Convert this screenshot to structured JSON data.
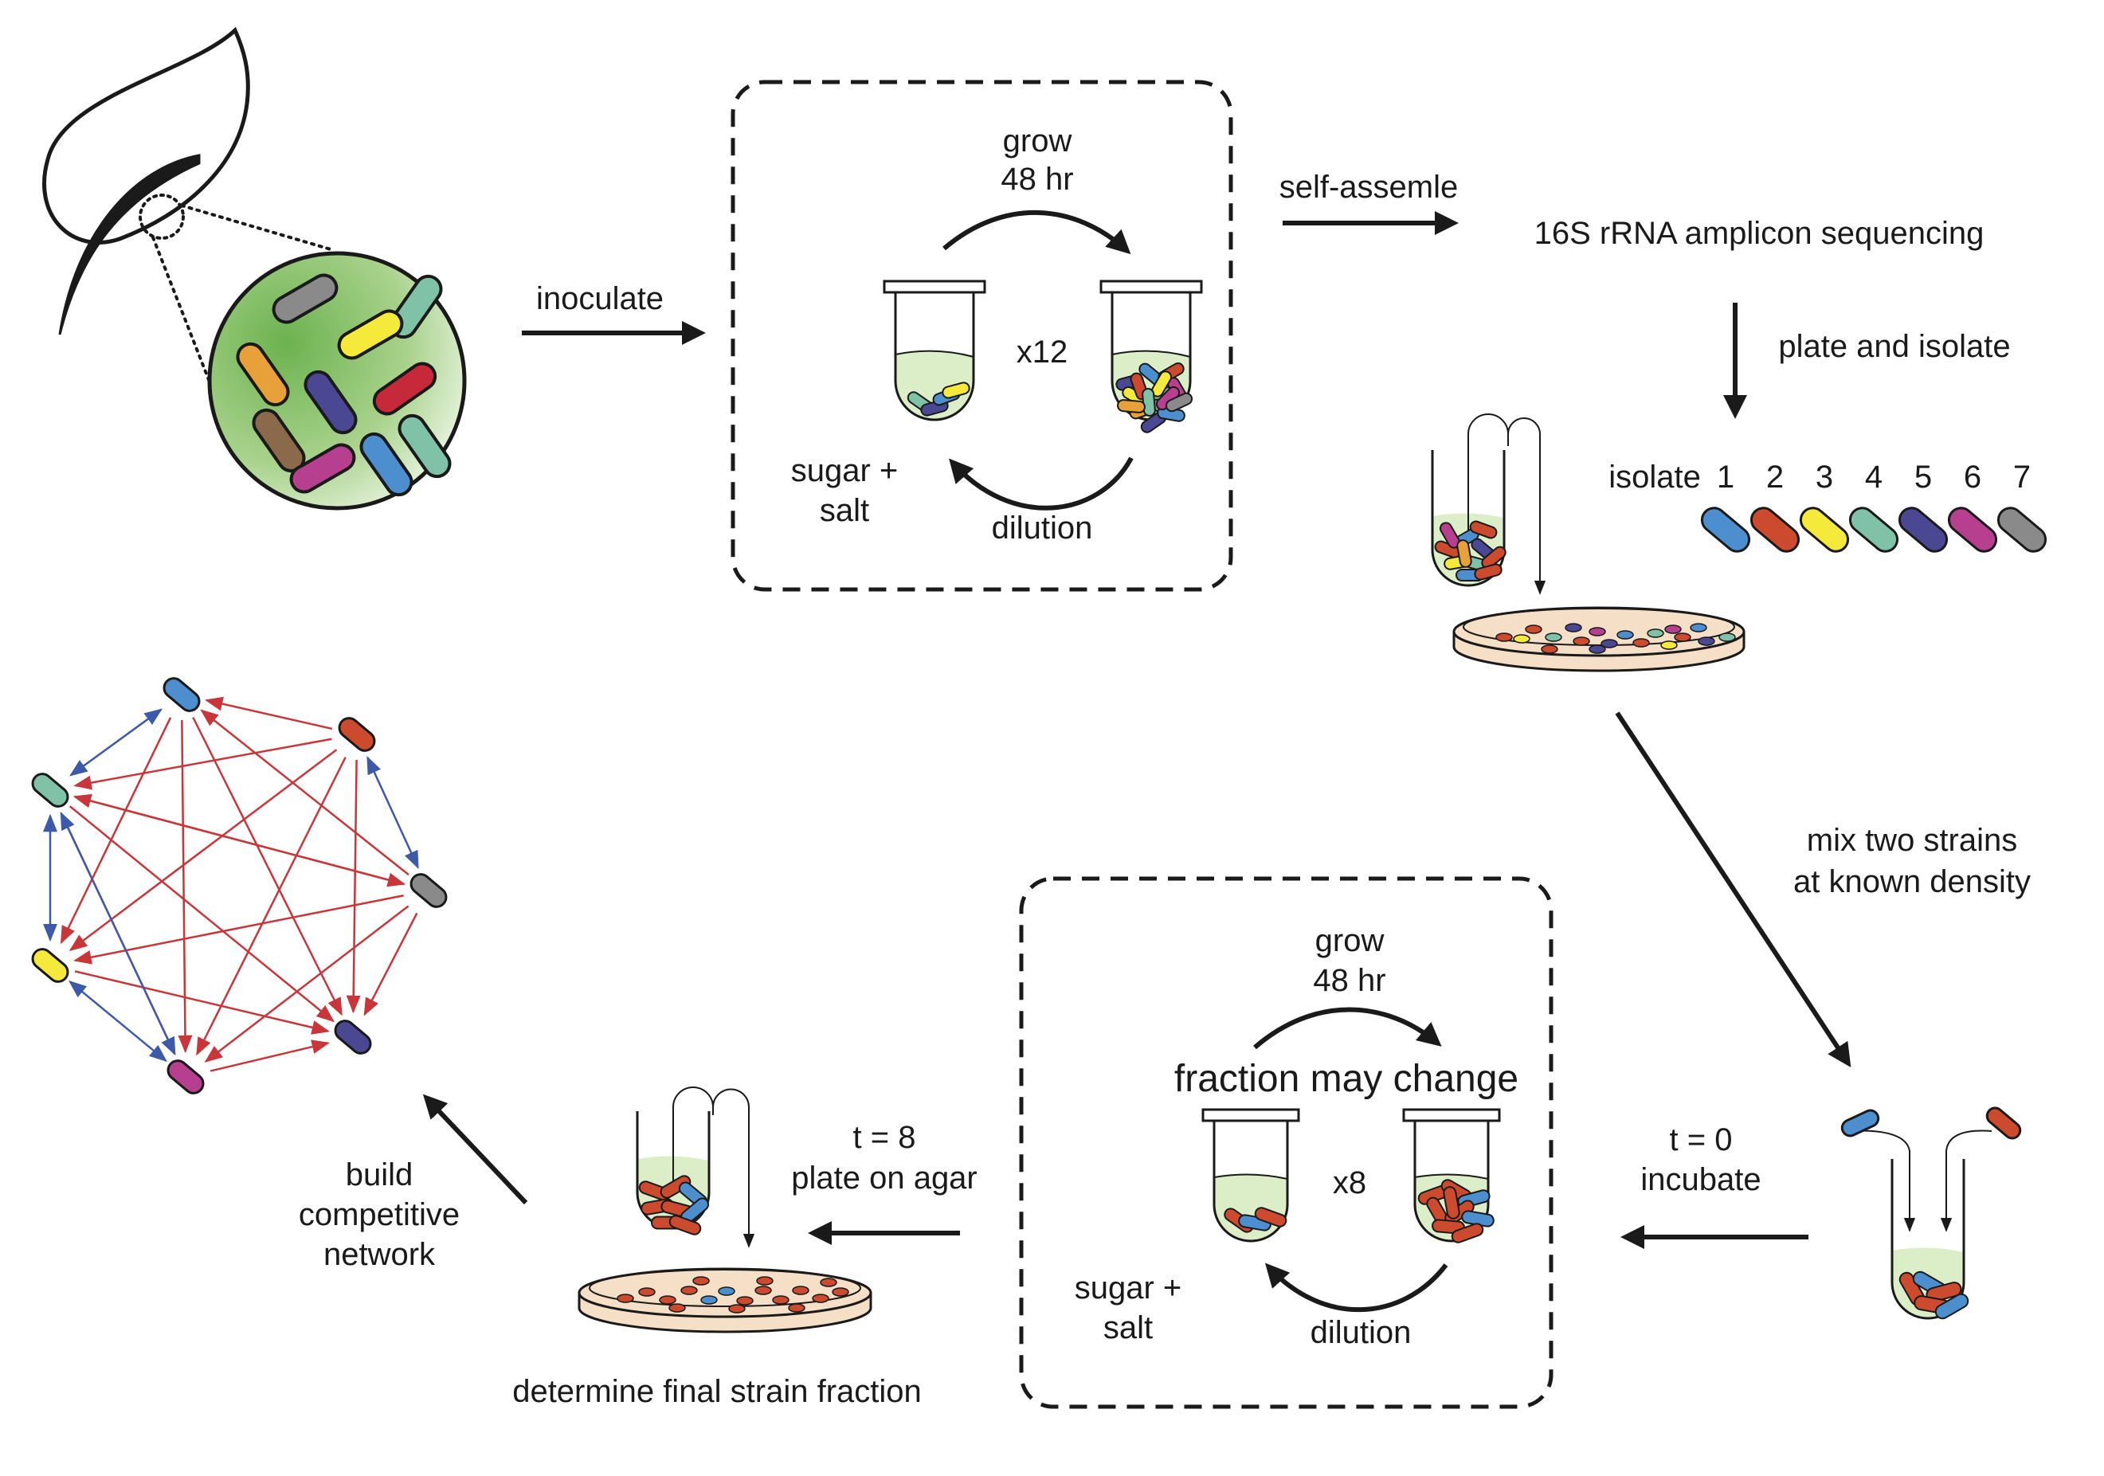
{
  "labels": {
    "inoculate": "inoculate",
    "grow_top_1": "grow",
    "grow_top_2": "48 hr",
    "x12": "x12",
    "sugar_top_1": "sugar +",
    "sugar_top_2": "salt",
    "dilution_top": "dilution",
    "self_assemble": "self-assemle",
    "sequencing": "16S rRNA amplicon sequencing",
    "plate_isolate": "plate and isolate",
    "isolate_word": "isolate",
    "isolate_numbers": [
      "1",
      "2",
      "3",
      "4",
      "5",
      "6",
      "7"
    ],
    "mix_1": "mix two strains",
    "mix_2": "at known density",
    "t0_1": "t = 0",
    "t0_2": "incubate",
    "grow_bot_1": "grow",
    "grow_bot_2": "48 hr",
    "fraction": "fraction may change",
    "x8": "x8",
    "sugar_bot_1": "sugar +",
    "sugar_bot_2": "salt",
    "dilution_bot": "dilution",
    "t8_1": "t = 8",
    "t8_2": "plate on agar",
    "final_fraction": "determine final strain fraction",
    "build_1": "build",
    "build_2": "competitive",
    "build_3": "network"
  },
  "strain_colors": [
    "#4d8fce",
    "#cc4a2e",
    "#f5e93c",
    "#7fc2a8",
    "#4a4892",
    "#b73f8f",
    "#8a8a8a"
  ],
  "extra_colors": {
    "orange": "#e8a13a",
    "brown": "#8a6a4a",
    "red": "#c62a3a",
    "green_dark": "#6cb24f",
    "medium": "#dceec8",
    "agar": "#f6dfc7",
    "red_edge": "#c8363a",
    "blue_edge": "#3d5aa8"
  }
}
